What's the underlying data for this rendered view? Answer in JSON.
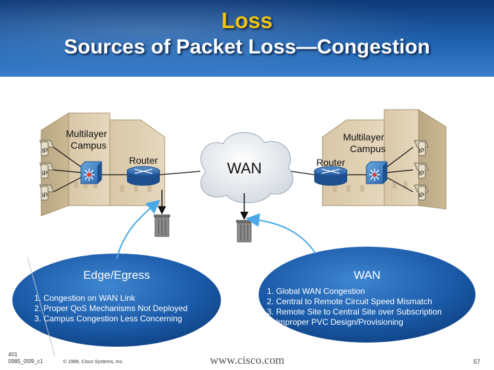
{
  "title": {
    "line1": "Loss",
    "line2": "Sources of Packet Loss—Congestion"
  },
  "left_site": {
    "campus_label_1": "Multilayer",
    "campus_label_2": "Campus",
    "router_label": "Router",
    "ip_labels": [
      "IP",
      "IP",
      "IP"
    ]
  },
  "right_site": {
    "campus_label_1": "Multilayer",
    "campus_label_2": "Campus",
    "router_label": "Router",
    "ip_labels": [
      "IP",
      "IP",
      "IP"
    ]
  },
  "cloud": {
    "label": "WAN"
  },
  "edge_panel": {
    "title": "Edge/Egress",
    "items": [
      "1. Congestion on WAN Link",
      "2. Proper QoS Mechanisms Not Deployed",
      "3. Campus Congestion Less Concerning"
    ]
  },
  "wan_panel": {
    "title": "WAN",
    "items": [
      "1. Global WAN Congestion",
      "2. Central to Remote Circuit Speed Mismatch",
      "3. Remote Site to Central Site over Subscription",
      "4. Improper PVC Design/Provisioning"
    ]
  },
  "footer": {
    "code_line1": "401",
    "code_line2": "0985_05f9_c1",
    "copyright": "© 1999, Cisco Systems, Inc.",
    "url": "www.cisco.com",
    "page_number": "57"
  },
  "colors": {
    "title_band": "#1f62b0",
    "title_accent": "#f1c40f",
    "oval": "#1a5aa8",
    "router": "#2f6fb6",
    "arrow": "#4aa8e8"
  },
  "icons": [
    "ip-phone-icon",
    "multilayer-switch-icon",
    "router-icon",
    "trash-can-icon",
    "cloud-icon"
  ]
}
